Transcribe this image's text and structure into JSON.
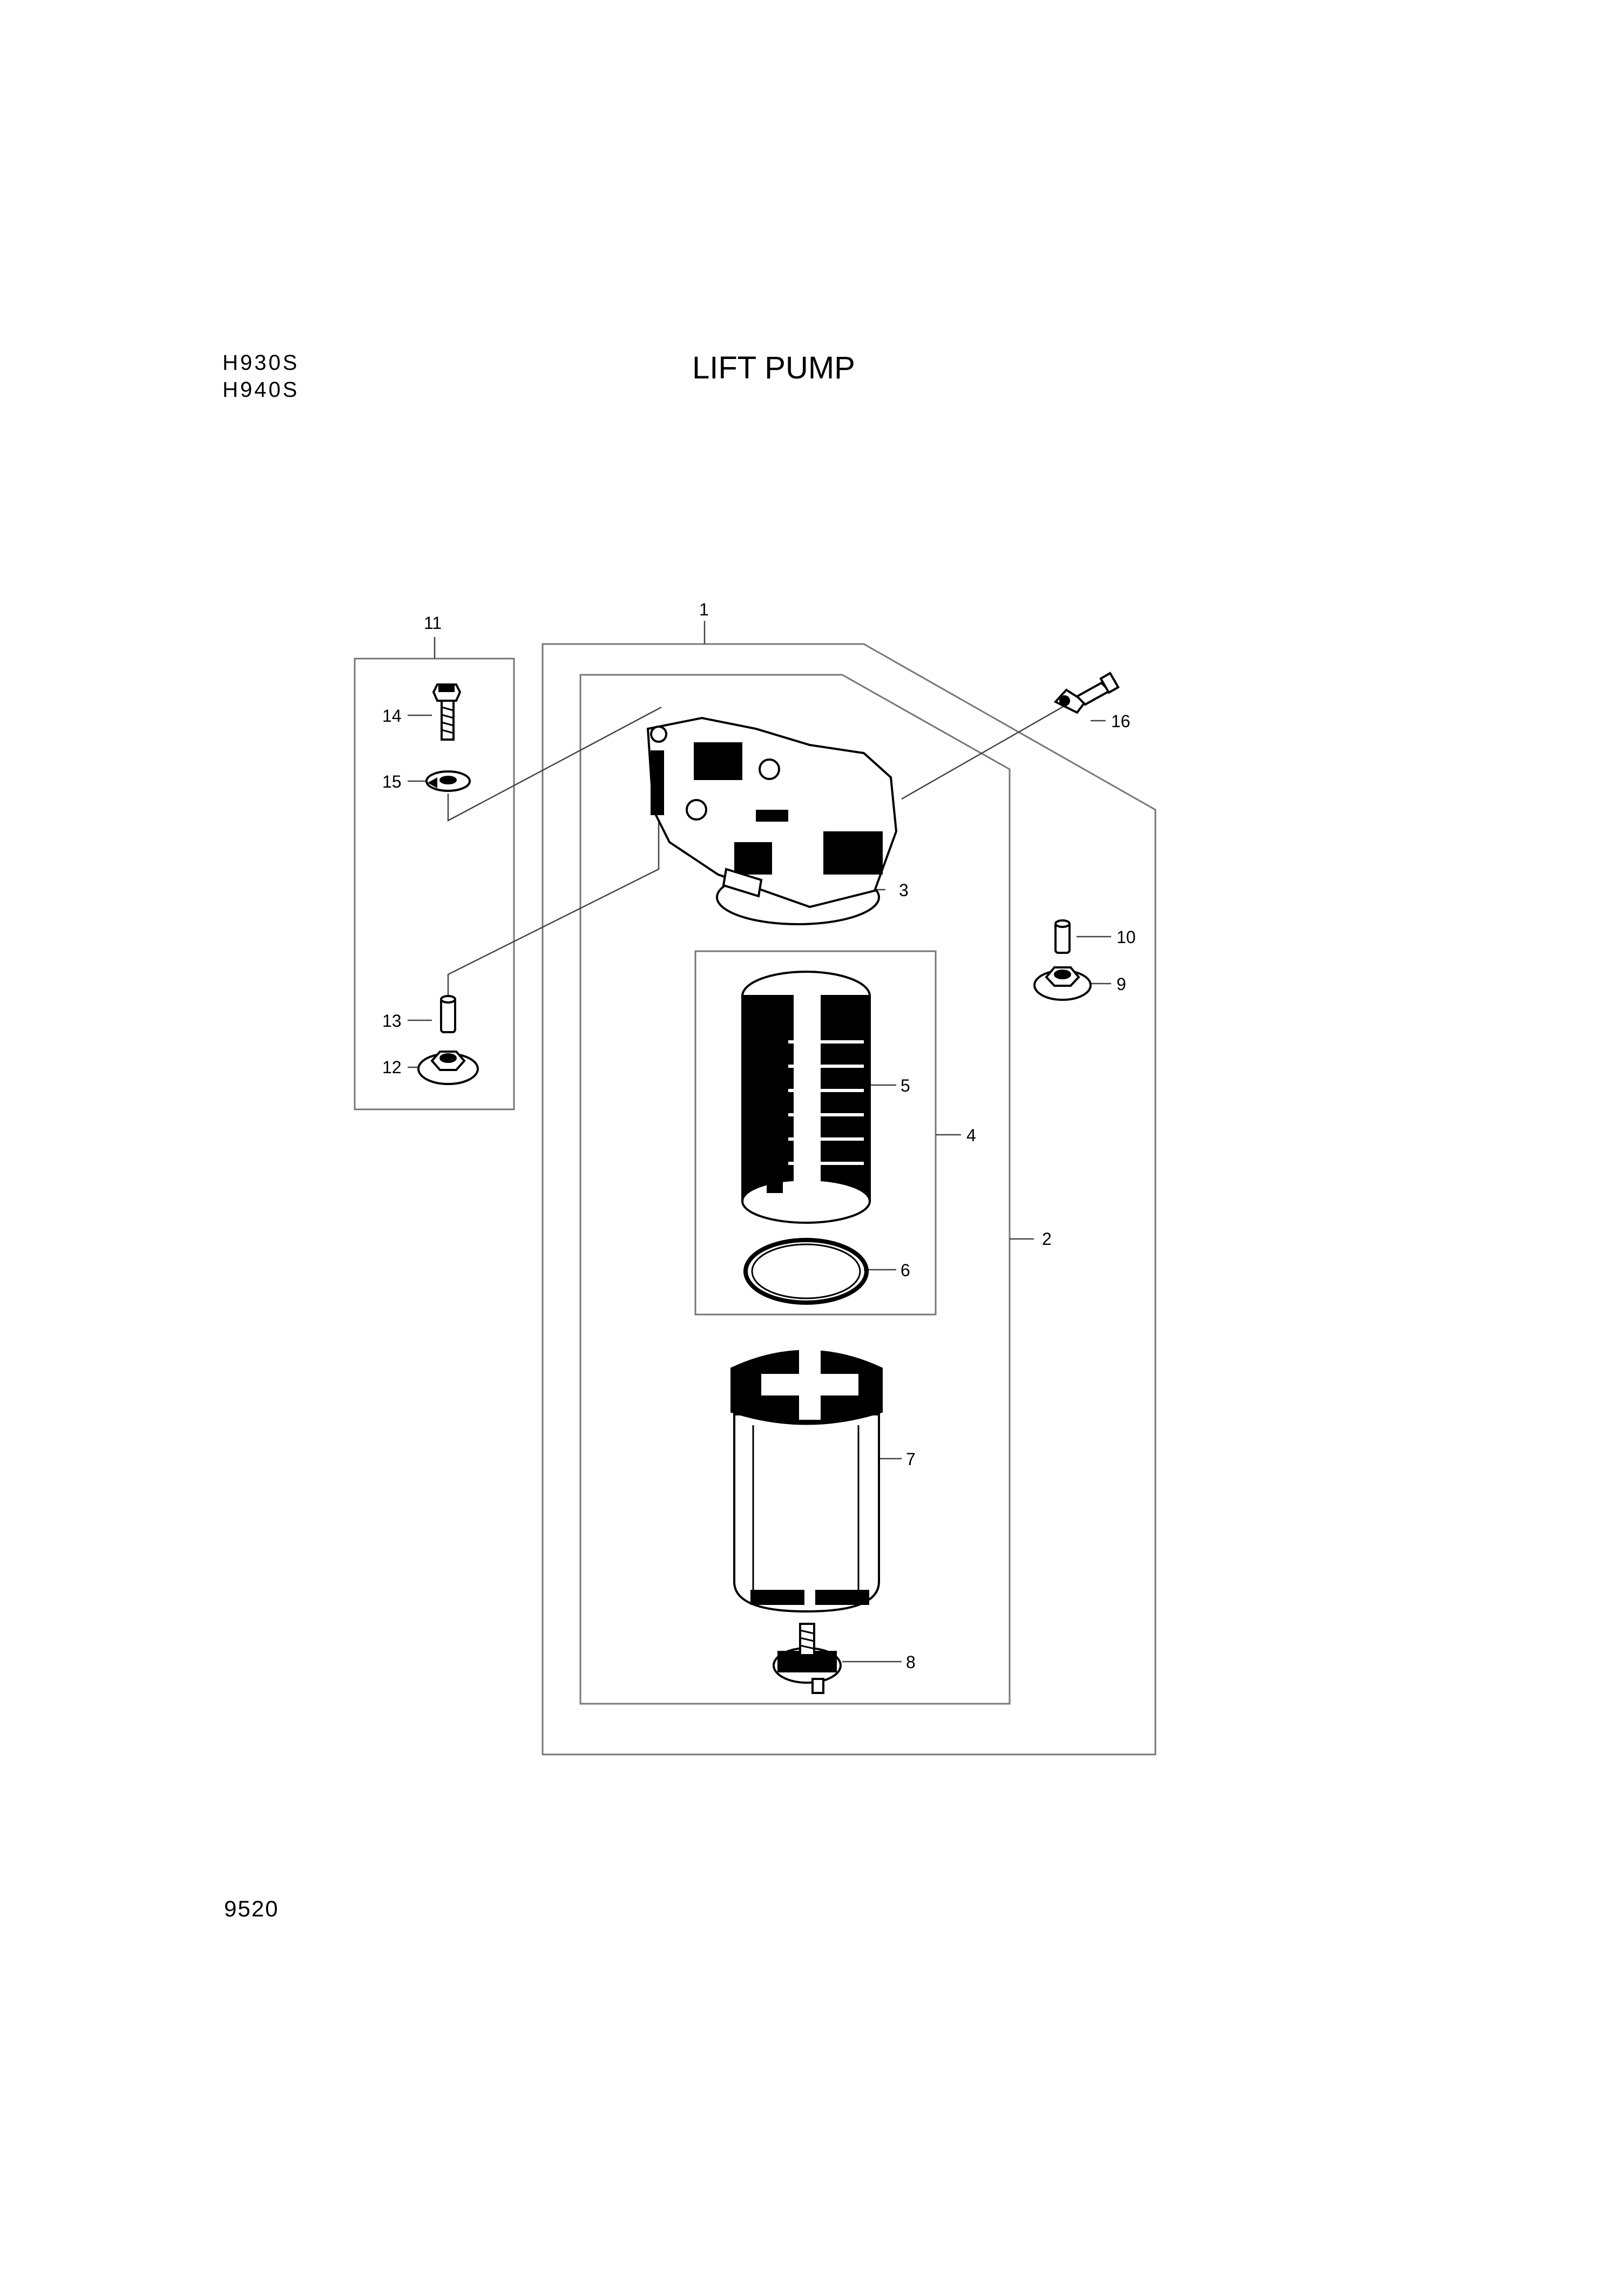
{
  "header": {
    "models": [
      "H930S",
      "H940S"
    ],
    "title": "LIFT PUMP"
  },
  "footer": {
    "page_number": "9520"
  },
  "callouts": [
    "1",
    "2",
    "3",
    "4",
    "5",
    "6",
    "7",
    "8",
    "9",
    "10",
    "11",
    "12",
    "13",
    "14",
    "15",
    "16"
  ],
  "parts": [
    {
      "callout": "1",
      "icon": "lift-pump-assembly-frame"
    },
    {
      "callout": "2",
      "icon": "filter-assembly-frame"
    },
    {
      "callout": "3",
      "icon": "filter-head-icon"
    },
    {
      "callout": "4",
      "icon": "element-kit-frame"
    },
    {
      "callout": "5",
      "icon": "filter-element-icon"
    },
    {
      "callout": "6",
      "icon": "o-ring-icon"
    },
    {
      "callout": "7",
      "icon": "bowl-icon"
    },
    {
      "callout": "8",
      "icon": "drain-valve-icon"
    },
    {
      "callout": "9",
      "icon": "nut-icon"
    },
    {
      "callout": "10",
      "icon": "spacer-icon"
    },
    {
      "callout": "11",
      "icon": "mounting-kit-frame"
    },
    {
      "callout": "12",
      "icon": "nut-icon"
    },
    {
      "callout": "13",
      "icon": "spacer-icon"
    },
    {
      "callout": "14",
      "icon": "bolt-icon"
    },
    {
      "callout": "15",
      "icon": "washer-icon"
    },
    {
      "callout": "16",
      "icon": "fitting-icon"
    }
  ]
}
